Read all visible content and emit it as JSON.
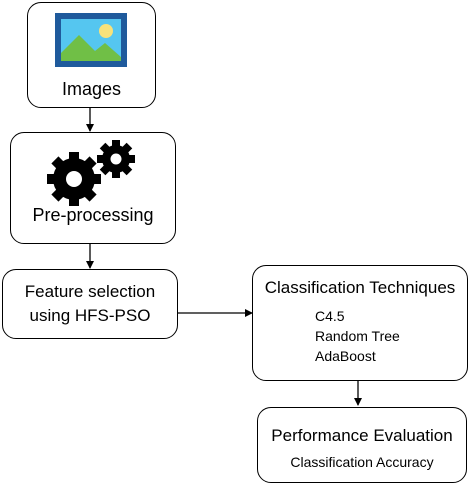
{
  "nodes": {
    "images": {
      "label": "Images",
      "icon": "image-icon"
    },
    "preprocessing": {
      "label": "Pre-processing",
      "icon": "gears-icon"
    },
    "feature_selection": {
      "line1": "Feature selection",
      "line2": "using HFS-PSO"
    },
    "classification": {
      "title": "Classification Techniques",
      "items": [
        "C4.5",
        "Random Tree",
        "AdaBoost"
      ]
    },
    "performance": {
      "title": "Performance Evaluation",
      "subtitle": "Classification Accuracy"
    }
  },
  "colors": {
    "image_frame": "#1f5a9c",
    "image_sky": "#55c6f0",
    "image_mountain": "#70bf46",
    "image_sun": "#f7e27a",
    "border": "#000000"
  }
}
